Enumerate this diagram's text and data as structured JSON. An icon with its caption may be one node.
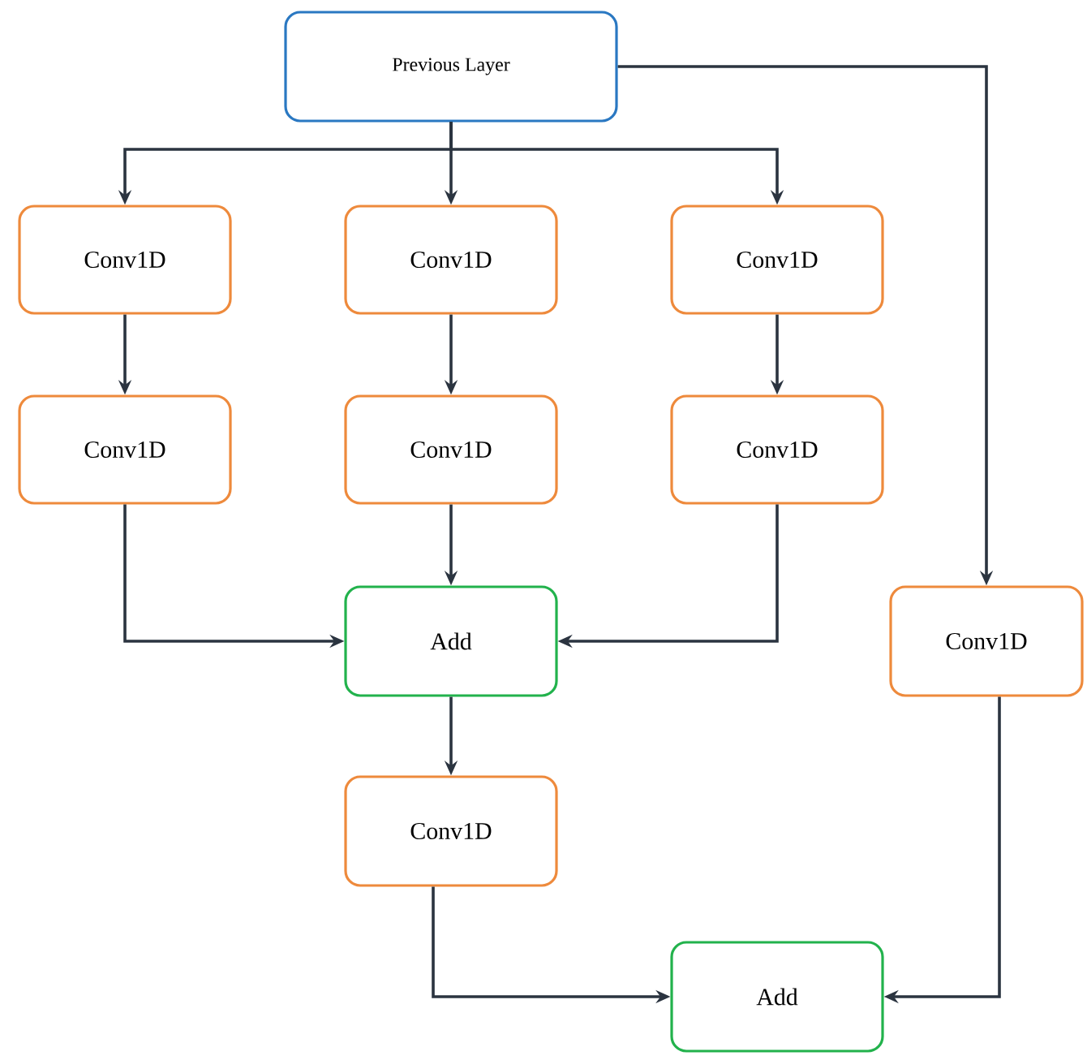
{
  "diagram": {
    "nodes": [
      {
        "text": [
          "Previous Layer"
        ]
      },
      {
        "text": [
          "Conv1D"
        ]
      },
      {
        "text": [
          "Conv1D"
        ]
      },
      {
        "text": [
          "Conv1D"
        ]
      },
      {
        "text": [
          "Conv1D"
        ]
      },
      {
        "text": [
          "Conv1D"
        ]
      },
      {
        "text": [
          "Conv1D"
        ]
      },
      {
        "text": [
          "Add"
        ]
      },
      {
        "text": [
          "Conv1D"
        ]
      },
      {
        "text": [
          "Conv1D"
        ]
      },
      {
        "text": [
          "Add"
        ]
      }
    ],
    "edges": [
      {
        "from": 0,
        "to": 1,
        "arrow": "to"
      },
      {
        "from": 0,
        "to": 2,
        "arrow": "to"
      },
      {
        "from": 0,
        "to": 3,
        "arrow": "to"
      },
      {
        "from": 0,
        "to": 8,
        "arrow": "to"
      },
      {
        "from": 1,
        "to": 4,
        "arrow": "to"
      },
      {
        "from": 2,
        "to": 5,
        "arrow": "to"
      },
      {
        "from": 3,
        "to": 6,
        "arrow": "to"
      },
      {
        "from": 4,
        "to": 7,
        "arrow": "to"
      },
      {
        "from": 5,
        "to": 7,
        "arrow": "to"
      },
      {
        "from": 6,
        "to": 7,
        "arrow": "to"
      },
      {
        "from": 7,
        "to": 9,
        "arrow": "to"
      },
      {
        "from": 9,
        "to": 10,
        "arrow": "to"
      },
      {
        "from": 8,
        "to": 10,
        "arrow": "to"
      }
    ]
  }
}
